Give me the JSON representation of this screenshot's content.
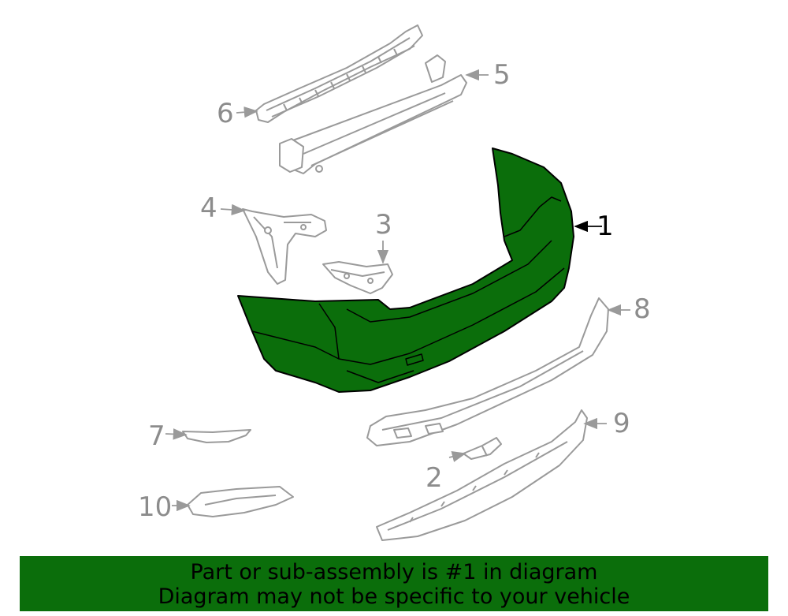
{
  "colors": {
    "highlight": "#0b6e0b",
    "inactive_line": "#9a9a9a",
    "active_text": "#000000",
    "banner_bg": "#0b6e0b"
  },
  "callouts": {
    "c1": "1",
    "c2": "2",
    "c3": "3",
    "c4": "4",
    "c5": "5",
    "c6": "6",
    "c7": "7",
    "c8": "8",
    "c9": "9",
    "c10": "10"
  },
  "banner": {
    "line1": "Part or sub-assembly is #1 in diagram",
    "line2": "Diagram may not be specific to your vehicle"
  }
}
